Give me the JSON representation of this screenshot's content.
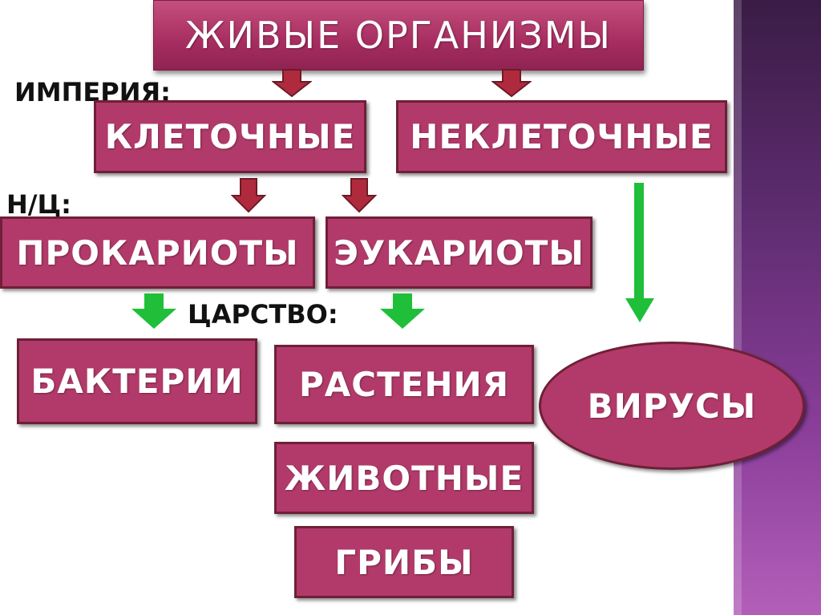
{
  "title": "ЖИВЫЕ ОРГАНИЗМЫ",
  "level_labels": {
    "empire": "ИМПЕРИЯ:",
    "superkingdom": "Н/Ц:",
    "kingdom": "ЦАРСТВО:"
  },
  "empire": {
    "cellular": "КЛЕТОЧНЫЕ",
    "noncellular": "НЕКЛЕТОЧНЫЕ"
  },
  "superkingdom": {
    "prokaryotes": "ПРОКАРИОТЫ",
    "eukaryotes": "ЭУКАРИОТЫ"
  },
  "kingdom": {
    "bacteria": "БАКТЕРИИ",
    "plants": "РАСТЕНИЯ",
    "animals": "ЖИВОТНЫЕ",
    "fungi": "ГРИБЫ",
    "viruses": "ВИРУСЫ"
  },
  "colors": {
    "box_fill": "#b23a6a",
    "box_border": "#6e2036",
    "arrow_red": "#b02a3e",
    "arrow_green": "#1fbf3a",
    "side_band": "#7a3a8c"
  }
}
